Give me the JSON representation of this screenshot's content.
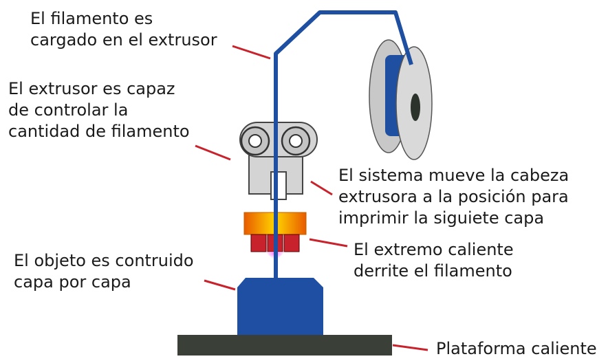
{
  "labels": {
    "filament_loaded": [
      "El filamento es",
      "cargado en el extrusor"
    ],
    "extruder_controls": [
      "El extrusor es capaz",
      "de controlar la",
      "cantidad de filamento"
    ],
    "system_moves": [
      "El sistema mueve la cabeza",
      "extrusora a la posición para",
      "imprimir la siguiete capa"
    ],
    "hot_end": [
      "El extremo caliente",
      "derrite el filamento"
    ],
    "object_layers": [
      "El objeto es contruido",
      "capa por capa"
    ],
    "platform": [
      "Plataforma caliente"
    ]
  },
  "colors": {
    "filament": "#1f4fa0",
    "spool": "#d6d6d6",
    "extruder": "#d4d4d4",
    "heater_top": "#ff8c00",
    "heater_bottom": "#c8232c",
    "nozzle_glow": "#e040fb",
    "object": "#1e4fa2",
    "platform": "#3a3f38",
    "leader": "#c8232c"
  }
}
